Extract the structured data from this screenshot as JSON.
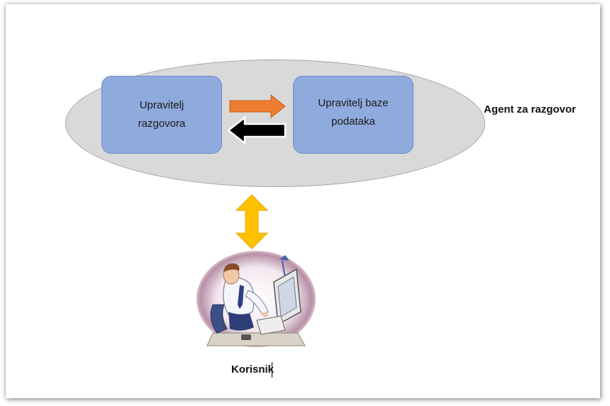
{
  "nodes": {
    "dialog_manager": "Upravitelj\nrazgovora",
    "database_manager": "Upravitelj baze\npodataka"
  },
  "labels": {
    "agent": "Agent za razgovor",
    "user": "Korisnik"
  },
  "icons": {
    "forward_arrow": "arrow-right-icon",
    "backward_arrow": "arrow-left-icon",
    "bidirectional_arrow": "arrow-up-down-icon",
    "user_picture": "person-at-computer-icon"
  },
  "colors": {
    "ellipse": "#d9d9d9",
    "box": "#8faadc",
    "forward_arrow": "#ed7d31",
    "backward_arrow": "#000000",
    "bidirectional_arrow": "#ffc000"
  }
}
